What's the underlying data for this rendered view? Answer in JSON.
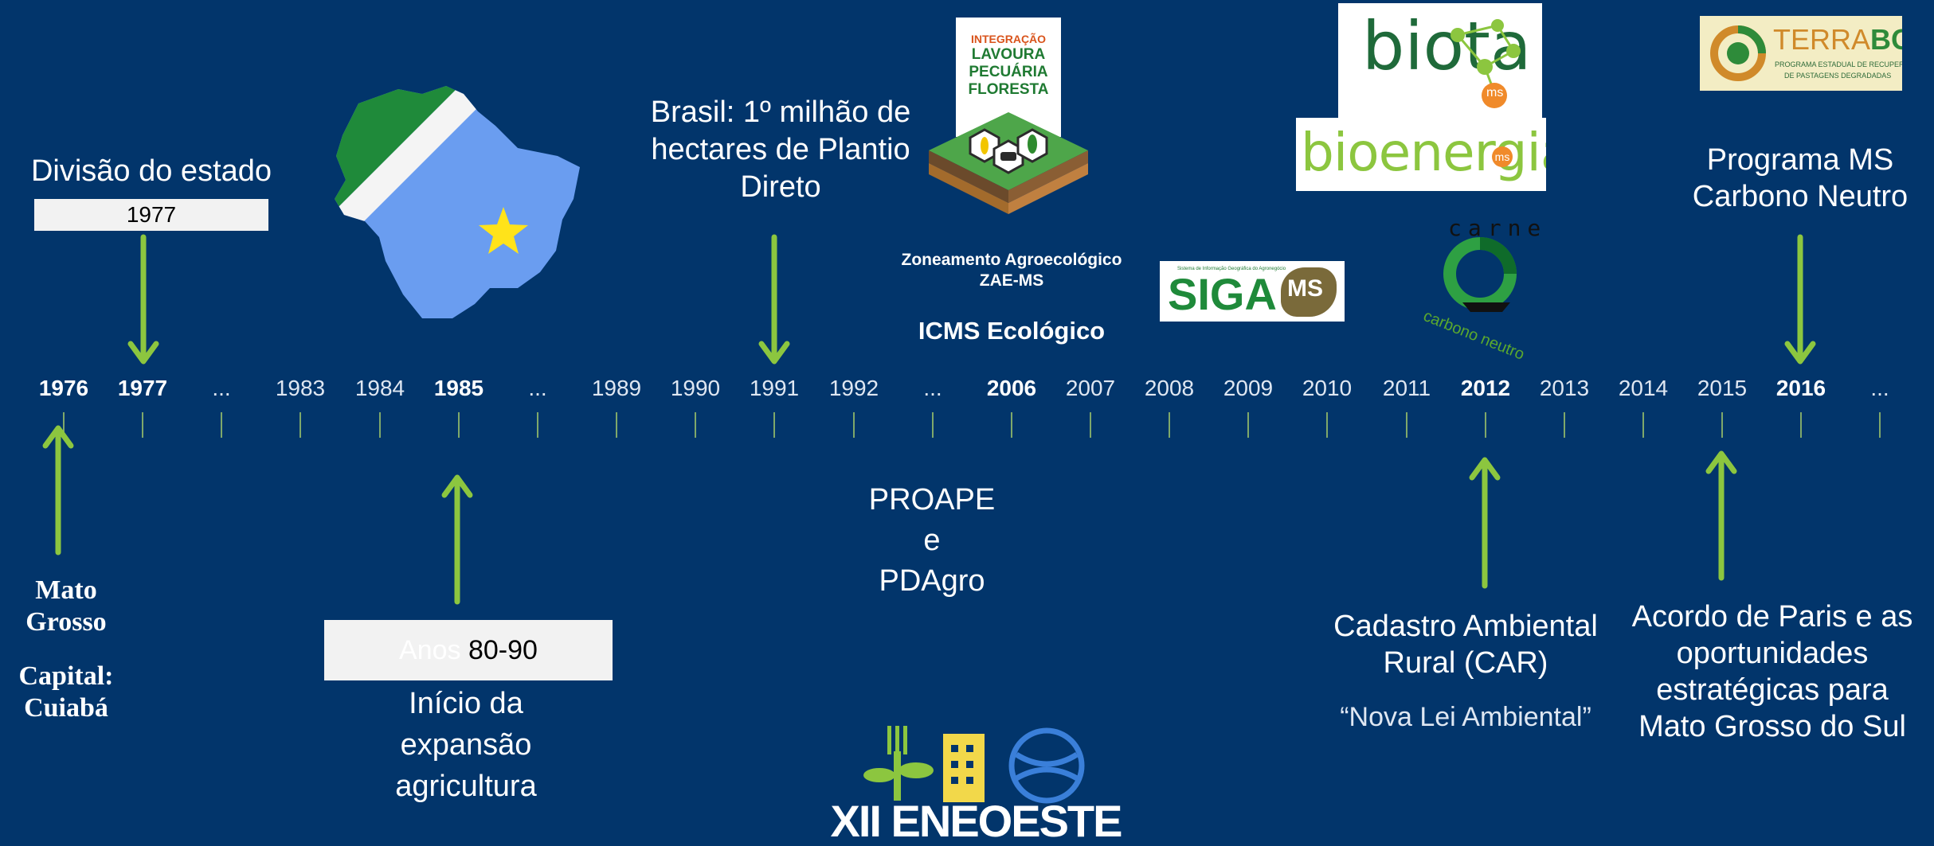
{
  "colors": {
    "background": "#02356b",
    "arrow": "#8cc63f",
    "tick": "#7fa86a"
  },
  "timeline": {
    "years": [
      {
        "label": "1976",
        "bold": true
      },
      {
        "label": "1977",
        "bold": true
      },
      {
        "label": "...",
        "bold": false
      },
      {
        "label": "1983",
        "bold": false
      },
      {
        "label": "1984",
        "bold": false
      },
      {
        "label": "1985",
        "bold": true
      },
      {
        "label": "...",
        "bold": false
      },
      {
        "label": "1989",
        "bold": false
      },
      {
        "label": "1990",
        "bold": false
      },
      {
        "label": "1991",
        "bold": false
      },
      {
        "label": "1992",
        "bold": false
      },
      {
        "label": "...",
        "bold": false
      },
      {
        "label": "2006",
        "bold": true
      },
      {
        "label": "2007",
        "bold": false
      },
      {
        "label": "2008",
        "bold": false
      },
      {
        "label": "2009",
        "bold": false
      },
      {
        "label": "2010",
        "bold": false
      },
      {
        "label": "2011",
        "bold": false
      },
      {
        "label": "2012",
        "bold": true
      },
      {
        "label": "2013",
        "bold": false
      },
      {
        "label": "2014",
        "bold": false
      },
      {
        "label": "2015",
        "bold": false
      },
      {
        "label": "2016",
        "bold": true
      },
      {
        "label": "...",
        "bold": false
      }
    ]
  },
  "events": {
    "divisao": {
      "title": "Divisão do estado",
      "year_box": "1977"
    },
    "mato_grosso": {
      "line1": "Mato",
      "line2": "Grosso",
      "capital1": "Capital:",
      "capital2": "Cuiabá"
    },
    "anos": {
      "prefix": "Anos",
      "range": "80-90",
      "line1": "Início da",
      "line2": "expansão",
      "line3": "agricultura"
    },
    "plantio": {
      "line1": "Brasil: 1º milhão de",
      "line2": "hectares de Plantio",
      "line3": "Direto"
    },
    "ilpf": {
      "line1": "INTEGRAÇÃO",
      "line2": "LAVOURA",
      "line3": "PECUÁRIA",
      "line4": "FLORESTA"
    },
    "zae": {
      "line1": "Zoneamento Agroecológico",
      "line2": "ZAE-MS",
      "icms": "ICMS Ecológico"
    },
    "proape": {
      "line1": "PROAPE",
      "line2": "e",
      "line3": "PDAgro"
    },
    "siga": {
      "text": "SIGA",
      "badge": "MS",
      "tiny": "Sistema de Informação Geográfica do Agronegócio"
    },
    "biota": {
      "text": "biota",
      "badge": "ms"
    },
    "bioenergia": {
      "text": "bioenergia",
      "badge": "ms"
    },
    "carne": {
      "top": "carne",
      "bottom": "carbono neutro"
    },
    "car": {
      "line1": "Cadastro Ambiental",
      "line2": "Rural (CAR)",
      "quote": "“Nova Lei Ambiental”"
    },
    "paris": {
      "line1": "Acordo de Paris e as",
      "line2": "oportunidades",
      "line3": "estratégicas para",
      "line4": "Mato Grosso do Sul"
    },
    "terraboa": {
      "text1": "TERRA",
      "text2": "BOA",
      "sub1": "PROGRAMA ESTADUAL DE RECUPERAÇÃO",
      "sub2": "DE PASTAGENS DEGRADADAS"
    },
    "carbono": {
      "line1": "Programa MS",
      "line2": "Carbono Neutro"
    },
    "eneoeste": {
      "text": "XII ENEOESTE"
    }
  }
}
